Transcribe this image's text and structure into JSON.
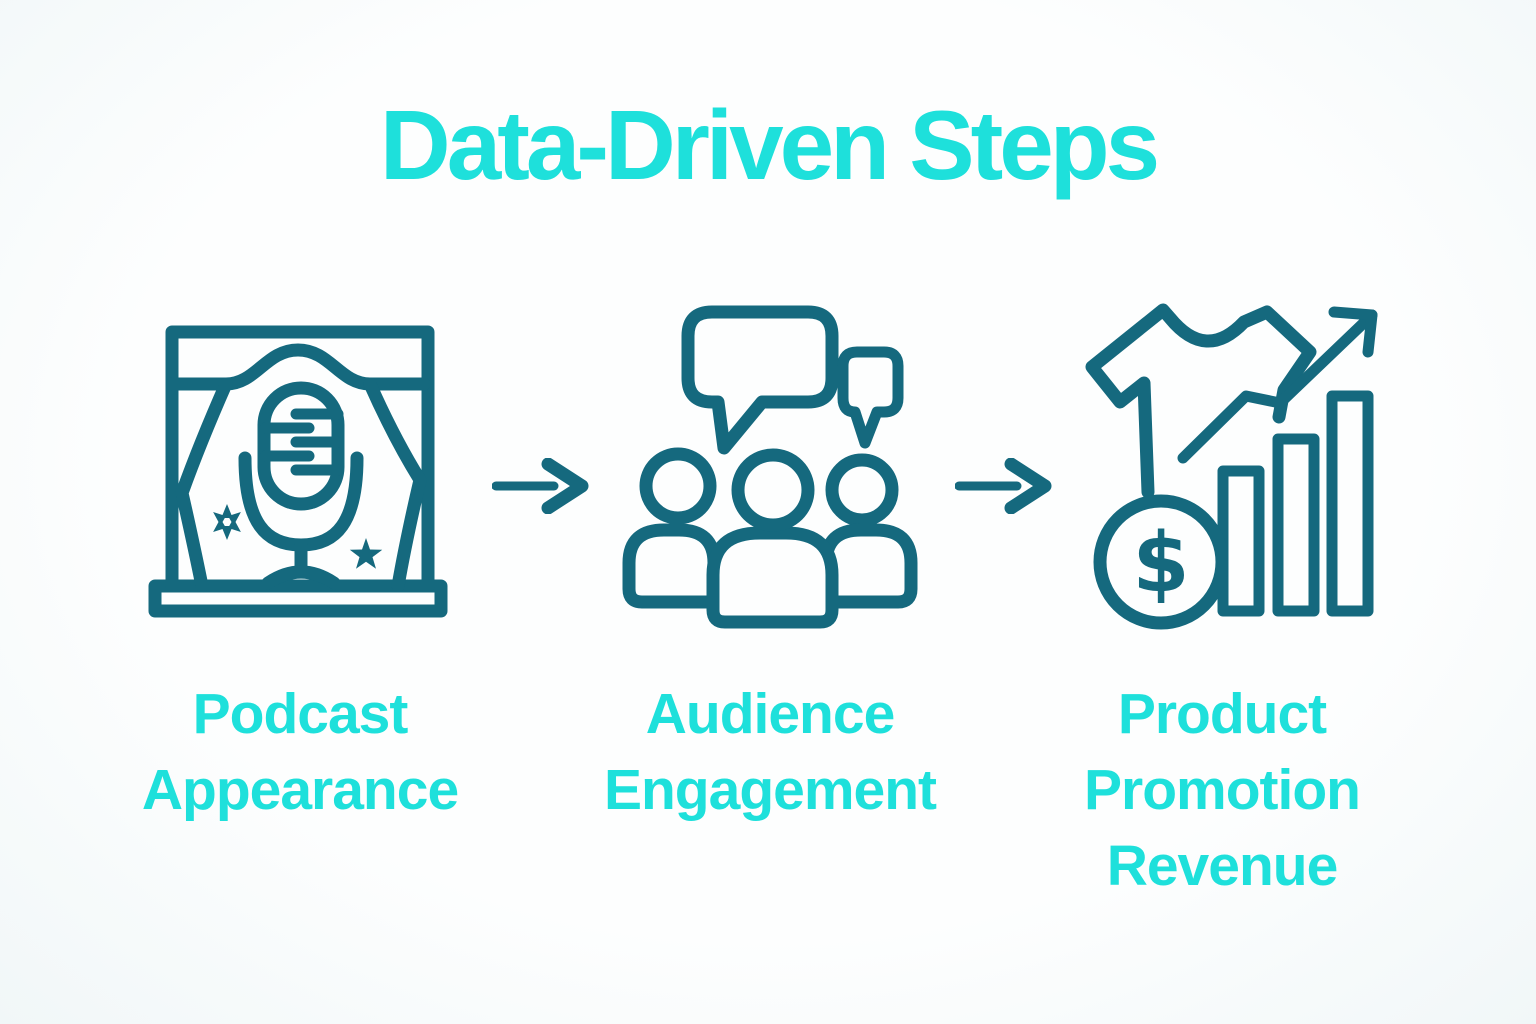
{
  "title": "Data-Driven Steps",
  "colors": {
    "accent_cyan": "#1EE0DB",
    "icon_teal": "#15697E",
    "background": "#F8FBFB"
  },
  "steps": [
    {
      "id": "podcast-appearance",
      "icon": "stage-curtain-microphone-icon",
      "label_lines": [
        "Podcast",
        "Appearance"
      ]
    },
    {
      "id": "audience-engagement",
      "icon": "audience-speech-bubbles-icon",
      "label_lines": [
        "Audience",
        "Engagement"
      ]
    },
    {
      "id": "product-promotion-revenue",
      "icon": "tshirt-dollar-growth-chart-icon",
      "label_lines": [
        "Product",
        "Promotion",
        "Revenue"
      ]
    }
  ],
  "connector_symbol": "right-arrow",
  "icon_text": {
    "dollar_sign": "$"
  }
}
